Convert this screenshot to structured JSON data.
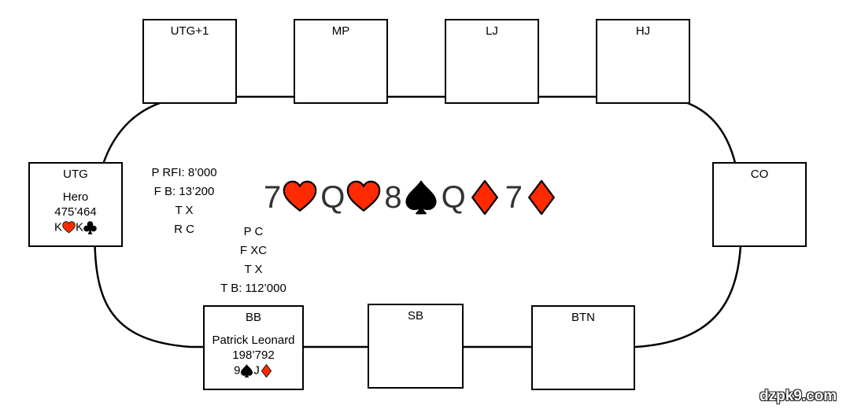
{
  "seats": {
    "utg1": {
      "position": "UTG+1"
    },
    "mp": {
      "position": "MP"
    },
    "lj": {
      "position": "LJ"
    },
    "hj": {
      "position": "HJ"
    },
    "co": {
      "position": "CO"
    },
    "utg": {
      "position": "UTG",
      "player": "Hero",
      "stack": "475’464",
      "cards": [
        {
          "rank": "K",
          "suit": "heart"
        },
        {
          "rank": "K",
          "suit": "club"
        }
      ]
    },
    "bb": {
      "position": "BB",
      "player": "Patrick Leonard",
      "stack": "198’792",
      "cards": [
        {
          "rank": "9",
          "suit": "spade"
        },
        {
          "rank": "J",
          "suit": "diamond"
        }
      ]
    },
    "sb": {
      "position": "SB"
    },
    "btn": {
      "position": "BTN"
    }
  },
  "hero_actions": [
    "P RFI: 8’000",
    "F B: 13’200",
    "T X",
    "R C"
  ],
  "villain_actions": [
    "P C",
    "F XC",
    "T X",
    "T B: 112’000"
  ],
  "board": [
    {
      "rank": "7",
      "suit": "heart"
    },
    {
      "rank": "Q",
      "suit": "heart"
    },
    {
      "rank": "8",
      "suit": "spade"
    },
    {
      "rank": "Q",
      "suit": "diamond"
    },
    {
      "rank": "7",
      "suit": "diamond"
    }
  ],
  "suit_colors": {
    "heart": "#ff2a00",
    "diamond": "#ff2a00",
    "spade": "#000000",
    "club": "#000000"
  },
  "watermark": "dzpk9.com"
}
